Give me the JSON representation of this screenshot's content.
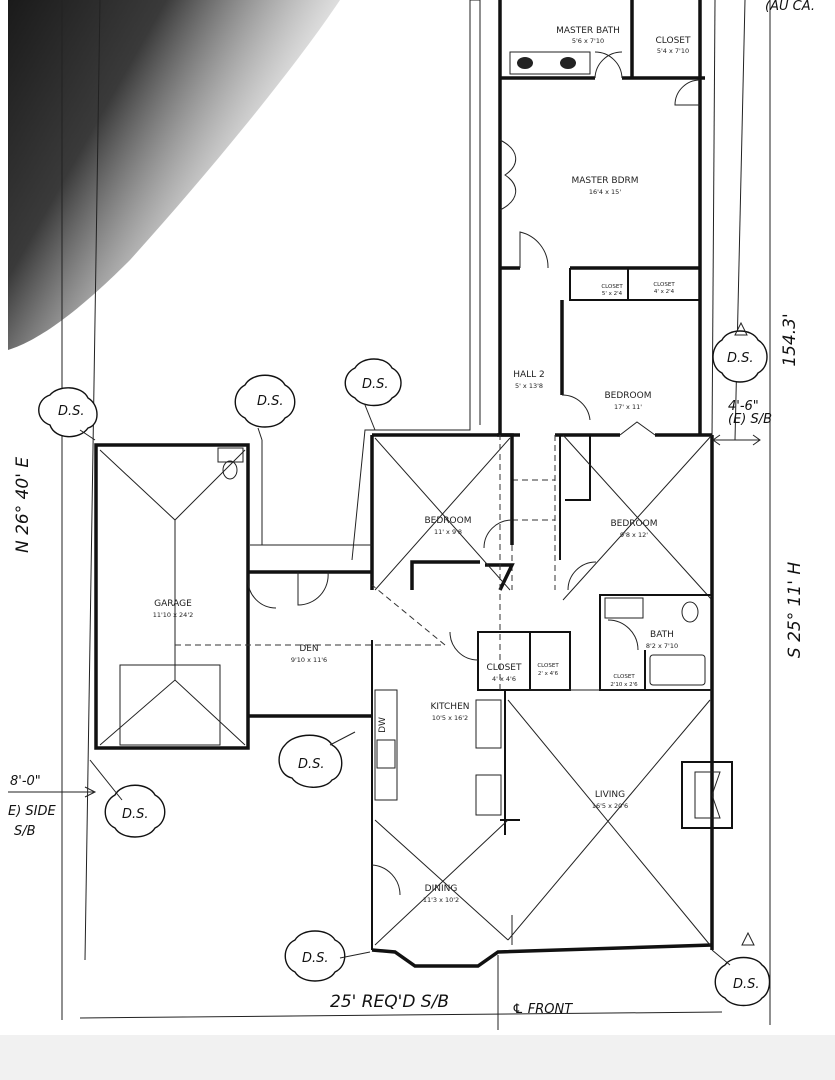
{
  "annotations": {
    "bearing_left": "N 26° 40' E",
    "bearing_right": "S 25° 11' H",
    "distance_right": "154.3'",
    "dim_topright": "4'-6\"",
    "setback_topright": "(E) S/B",
    "dim_left": "8'-0\"",
    "left_side_1": "E) SIDE",
    "left_side_2": "S/B",
    "bottom_reqd": "25' REQ'D S/B",
    "bottom_front": "℄ FRONT",
    "corner_text": "(AU CA.",
    "downspout": "D.S."
  },
  "rooms": {
    "master_bath": {
      "name": "MASTER BATH",
      "size": "5'6 x 7'10"
    },
    "closet_top": {
      "name": "CLOSET",
      "size": "5'4 x 7'10"
    },
    "master_bdrm": {
      "name": "MASTER BDRM",
      "size": "16'4 x 15'"
    },
    "closet_small_1": {
      "name": "CLOSET",
      "size": "5' x 2'4"
    },
    "closet_small_2": {
      "name": "CLOSET",
      "size": "4' x 2'4"
    },
    "hall_2": {
      "name": "HALL 2",
      "size": "5' x 13'8"
    },
    "bedroom_1": {
      "name": "BEDROOM",
      "size": "17' x 11'"
    },
    "bedroom_2": {
      "name": "BEDROOM",
      "size": "11' x 9'8"
    },
    "bedroom_3": {
      "name": "BEDROOM",
      "size": "9'8 x 12'"
    },
    "garage": {
      "name": "GARAGE",
      "size": "11'10 x 24'2"
    },
    "den": {
      "name": "DEN",
      "size": "9'10 x 11'6"
    },
    "closet_4": {
      "name": "CLOSET",
      "size": "4' x 4'6"
    },
    "closet_5": {
      "name": "CLOSET",
      "size": "2' x 4'6"
    },
    "bath": {
      "name": "BATH",
      "size": "8'2 x 7'10"
    },
    "closet_6": {
      "name": "CLOSET",
      "size": "2'10 x 2'6"
    },
    "kitchen": {
      "name": "KITCHEN",
      "size": "10'5 x 16'2"
    },
    "living": {
      "name": "LIVING",
      "size": "16'5 x 20'6"
    },
    "dining": {
      "name": "DINING",
      "size": "11'3 x 10'2"
    },
    "dw": "DW"
  }
}
